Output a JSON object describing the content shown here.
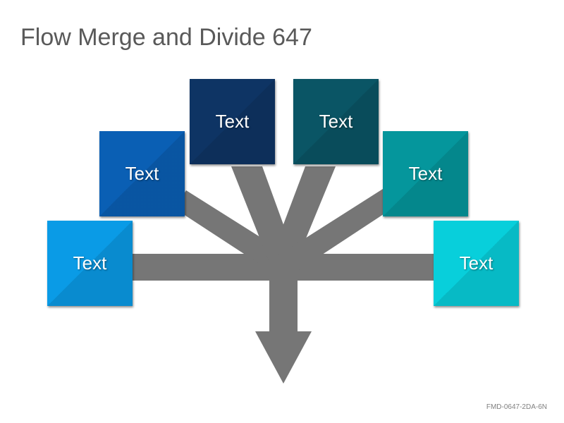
{
  "title": "Flow Merge and Divide 647",
  "footer_code": "FMD-0647-2DA-6N",
  "colors": {
    "arrow": "#767676",
    "box_left_low": "#0a9be6",
    "box_left_mid": "#0a5fb4",
    "box_left_top": "#0e3464",
    "box_right_top": "#0a5565",
    "box_right_mid": "#05969c",
    "box_right_low": "#08cfdb"
  },
  "boxes": [
    {
      "label": "Text"
    },
    {
      "label": "Text"
    },
    {
      "label": "Text"
    },
    {
      "label": "Text"
    },
    {
      "label": "Text"
    },
    {
      "label": "Text"
    }
  ]
}
